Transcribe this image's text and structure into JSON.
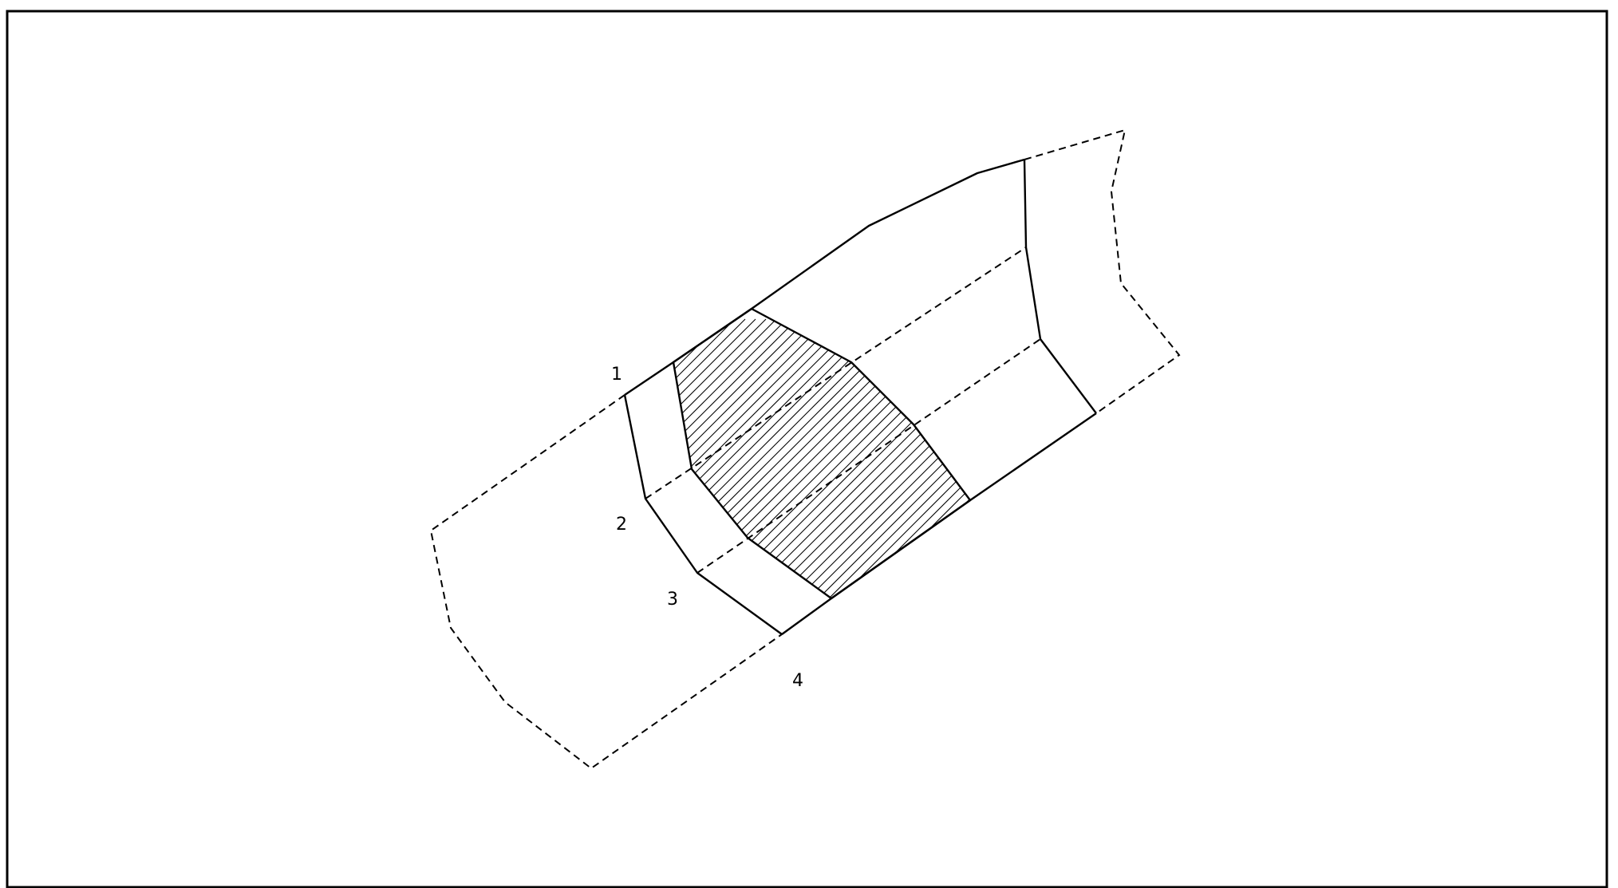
{
  "labels": {
    "row_1": "1",
    "row_2": "2",
    "row_3": "3",
    "row_4": "4"
  },
  "colors": {
    "stroke": "#000000",
    "background": "#ffffff",
    "hatch": "#000000"
  },
  "styles": {
    "hatched_region": "diagonal-hatch"
  }
}
